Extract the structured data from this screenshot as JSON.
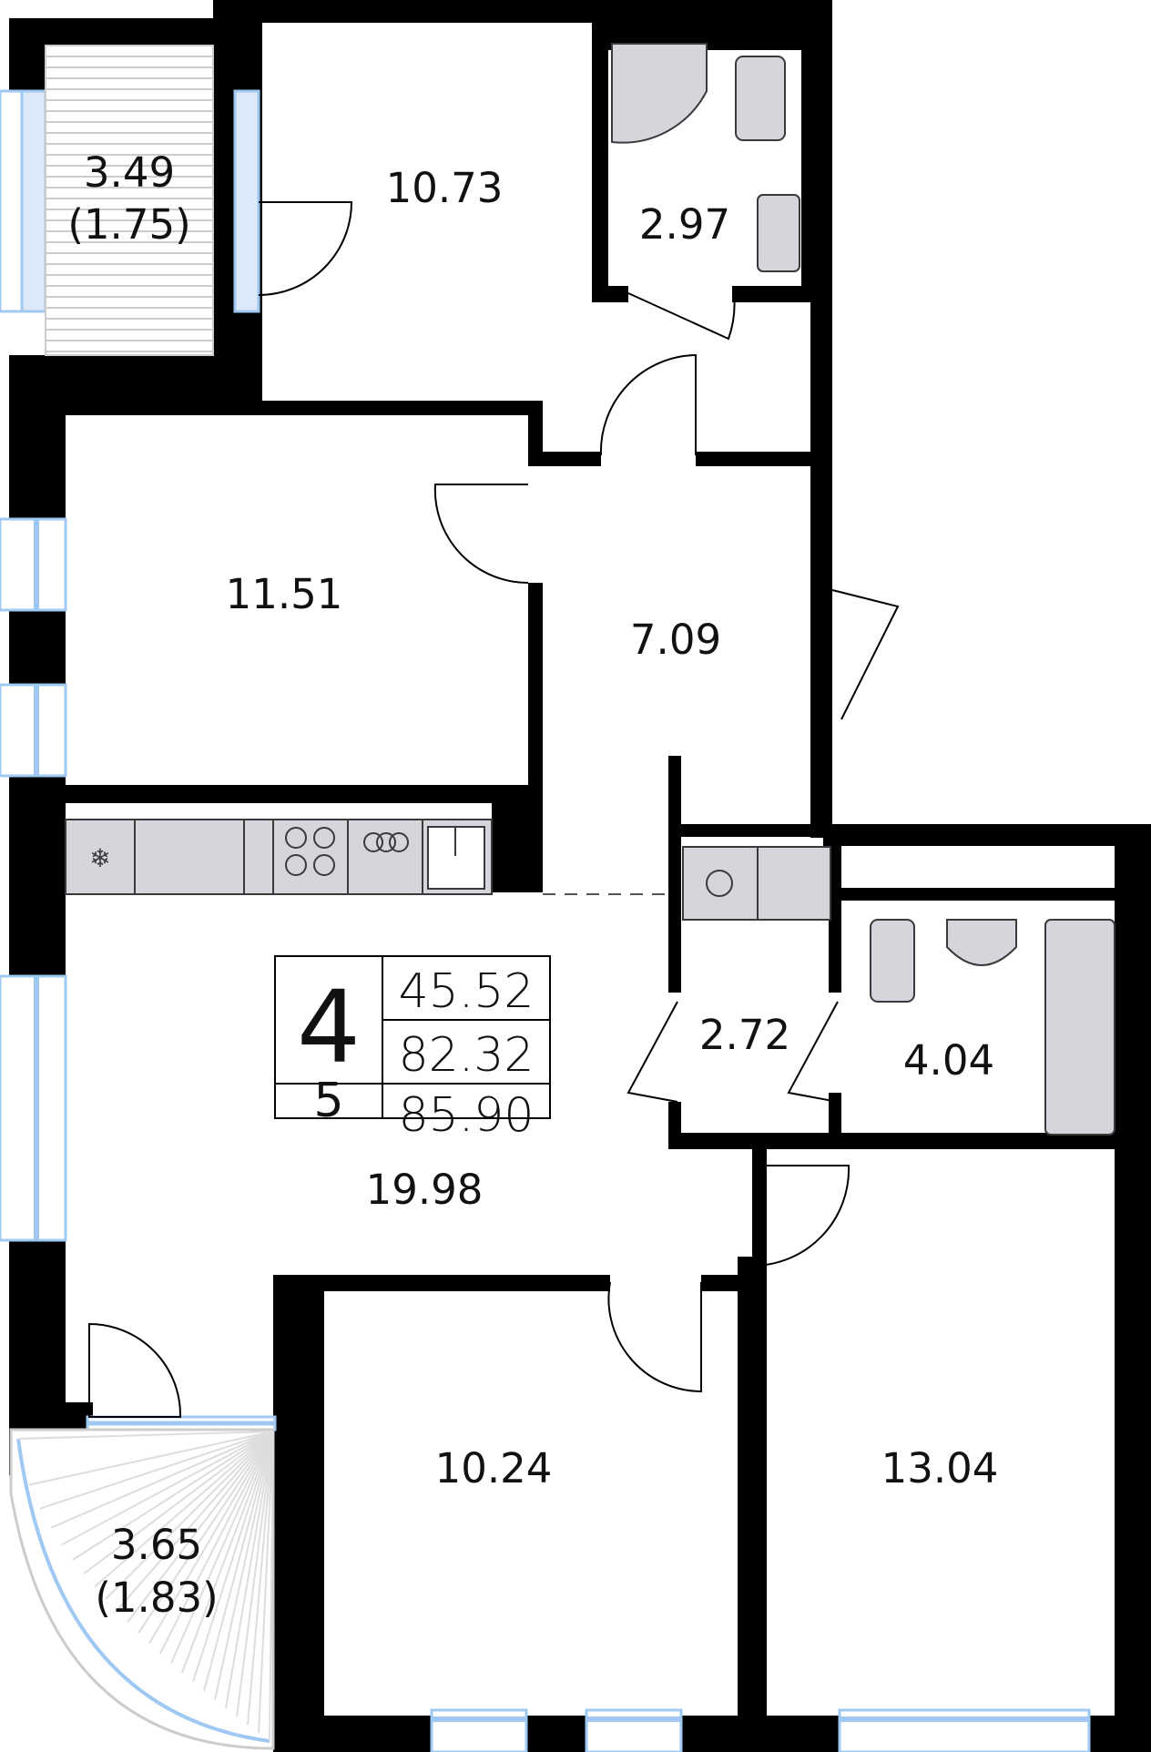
{
  "rooms": {
    "balcony_top": {
      "area": "3.49",
      "sub": "(1.75)"
    },
    "bedroom_top": {
      "area": "10.73"
    },
    "bathroom_top": {
      "area": "2.97"
    },
    "bedroom_left": {
      "area": "11.51"
    },
    "hall": {
      "area": "7.09"
    },
    "kitchen_living": {
      "area": "19.98"
    },
    "laundry": {
      "area": "2.72"
    },
    "bathroom_right": {
      "area": "4.04"
    },
    "bedroom_bottom_left": {
      "area": "10.24"
    },
    "bedroom_bottom_right": {
      "area": "13.04"
    },
    "balcony_bottom": {
      "area": "3.65",
      "sub": "(1.83)"
    }
  },
  "info": {
    "rooms_count": "4",
    "floor": "5",
    "living_area": "45.52",
    "total_area": "82.32",
    "total_with_balconies": "85.90"
  },
  "colors": {
    "wall": "#000000",
    "window": "#9fc8f2",
    "fixture_fill": "#d4d6dc",
    "fixture_stroke": "#3a3a3a",
    "background": "#ffffff"
  }
}
